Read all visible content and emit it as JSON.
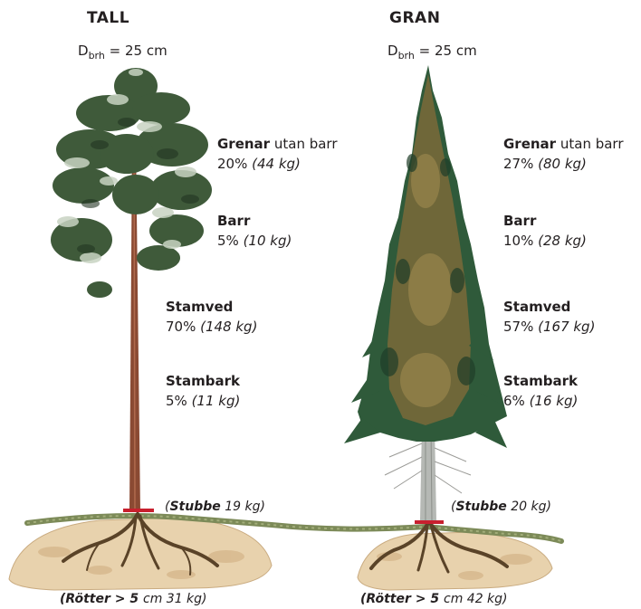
{
  "pine": {
    "title": "TALL",
    "dbh": {
      "prefix": "D",
      "sub": "brh",
      "value": " = 25 cm"
    },
    "components": [
      {
        "name": "Grenar",
        "suffix": " utan barr",
        "percent": "20%",
        "mass": "(44 kg)"
      },
      {
        "name": "Barr",
        "suffix": "",
        "percent": "5%",
        "mass": "(10 kg)"
      },
      {
        "name": "Stamved",
        "suffix": "",
        "percent": "70%",
        "mass": "(148 kg)"
      },
      {
        "name": "Stambark",
        "suffix": "",
        "percent": "5%",
        "mass": "(11 kg)"
      }
    ],
    "stump": {
      "open": "(",
      "name": "Stubbe",
      "mass": " 19 kg)"
    },
    "roots": {
      "open": "(",
      "name": "Rötter",
      "rest": " > 5 ",
      "unit": "cm",
      "mass": " 31 kg)"
    }
  },
  "spruce": {
    "title": "GRAN",
    "dbh": {
      "prefix": "D",
      "sub": "brh",
      "value": " = 25 cm"
    },
    "components": [
      {
        "name": "Grenar",
        "suffix": " utan barr",
        "percent": "27%",
        "mass": "(80 kg)"
      },
      {
        "name": "Barr",
        "suffix": "",
        "percent": "10%",
        "mass": "(28 kg)"
      },
      {
        "name": "Stamved",
        "suffix": "",
        "percent": "57%",
        "mass": "(167 kg)"
      },
      {
        "name": "Stambark",
        "suffix": "",
        "percent": "6%",
        "mass": "(16 kg)"
      }
    ],
    "stump": {
      "open": "(",
      "name": "Stubbe",
      "mass": " 20 kg)"
    },
    "roots": {
      "open": "(",
      "name": "Rötter",
      "rest": " > 5 ",
      "unit": "cm",
      "mass": " 42 kg)"
    }
  },
  "colors": {
    "pine_foliage": "#3f5a3a",
    "pine_foliage_light": "#c8d3c2",
    "pine_trunk": "#8a4a33",
    "spruce_foliage": "#2f5a3a",
    "spruce_foliage_brown": "#7a6a3a",
    "spruce_trunk": "#b5b8b4",
    "stump_marker": "#c8202e",
    "soil": "#e8cfa8",
    "grass": "#7c8a58",
    "roots": "#5a4328"
  }
}
